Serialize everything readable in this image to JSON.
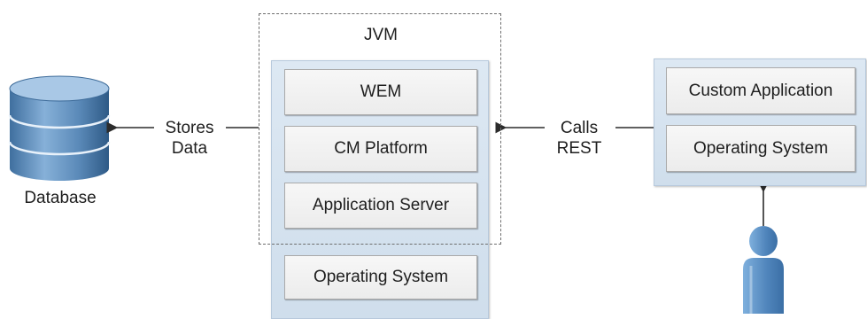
{
  "diagram": {
    "database": {
      "label": "Database",
      "icon": "database-icon"
    },
    "stores_edge": {
      "line1": "Stores",
      "line2": "Data"
    },
    "jvm": {
      "title": "JVM",
      "components": [
        "WEM",
        "CM Platform",
        "Application Server"
      ],
      "os": "Operating System"
    },
    "calls_edge": {
      "line1": "Calls",
      "line2": "REST"
    },
    "client": {
      "components": [
        "Custom Application",
        "Operating System"
      ],
      "user_icon": "user-icon"
    }
  },
  "colors": {
    "panel": "#d3e1ef",
    "box": "#f2f2f2",
    "database": "#5f8fbd",
    "user": "#5d8fc2",
    "line": "#333333"
  }
}
